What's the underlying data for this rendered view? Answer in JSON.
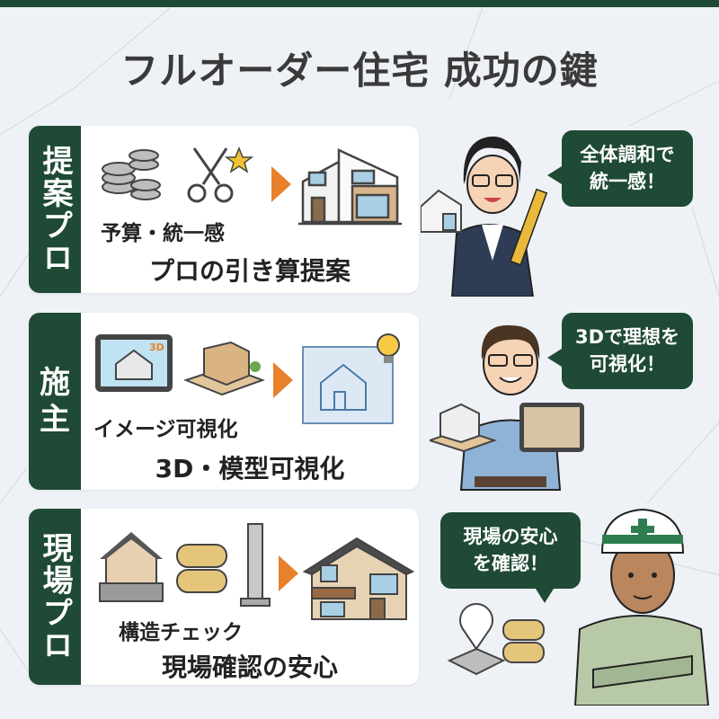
{
  "title": "フルオーダー住宅 成功の鍵",
  "colors": {
    "primary_green": "#1f4a35",
    "accent_orange": "#e8812b",
    "background": "#eef2f6"
  },
  "sections": [
    {
      "label": "提案プロ",
      "label_chars": [
        "提",
        "案",
        "プ",
        "ロ"
      ],
      "sub": "予算・統一感",
      "main": "プロの引き算提案",
      "bubble_lines": [
        "全体調和で",
        "統一感！"
      ],
      "icons": [
        "coins-icon",
        "scissors-star-icon",
        "house-icon"
      ],
      "character": "woman-in-suit-with-ruler"
    },
    {
      "label": "施主",
      "label_chars": [
        "施",
        "主"
      ],
      "sub": "イメージ可視化",
      "main": "3D・模型可視化",
      "bubble_lines": [
        "3Dで理想を",
        "可視化！"
      ],
      "tablet_badge": "3D",
      "icons": [
        "tablet-3d-icon",
        "house-model-icon",
        "blueprint-lightbulb-icon"
      ],
      "character": "man-with-model-and-tablet"
    },
    {
      "label": "現場プロ",
      "label_chars": [
        "現",
        "場",
        "プ",
        "ロ"
      ],
      "sub": "構造チェック",
      "main": "現場確認の安心",
      "bubble_lines": [
        "現場の安心",
        "を確認！"
      ],
      "icons": [
        "foundation-house-icon",
        "insulation-roll-icon",
        "steel-column-icon",
        "house-icon"
      ],
      "character": "construction-worker-with-helmet"
    }
  ]
}
